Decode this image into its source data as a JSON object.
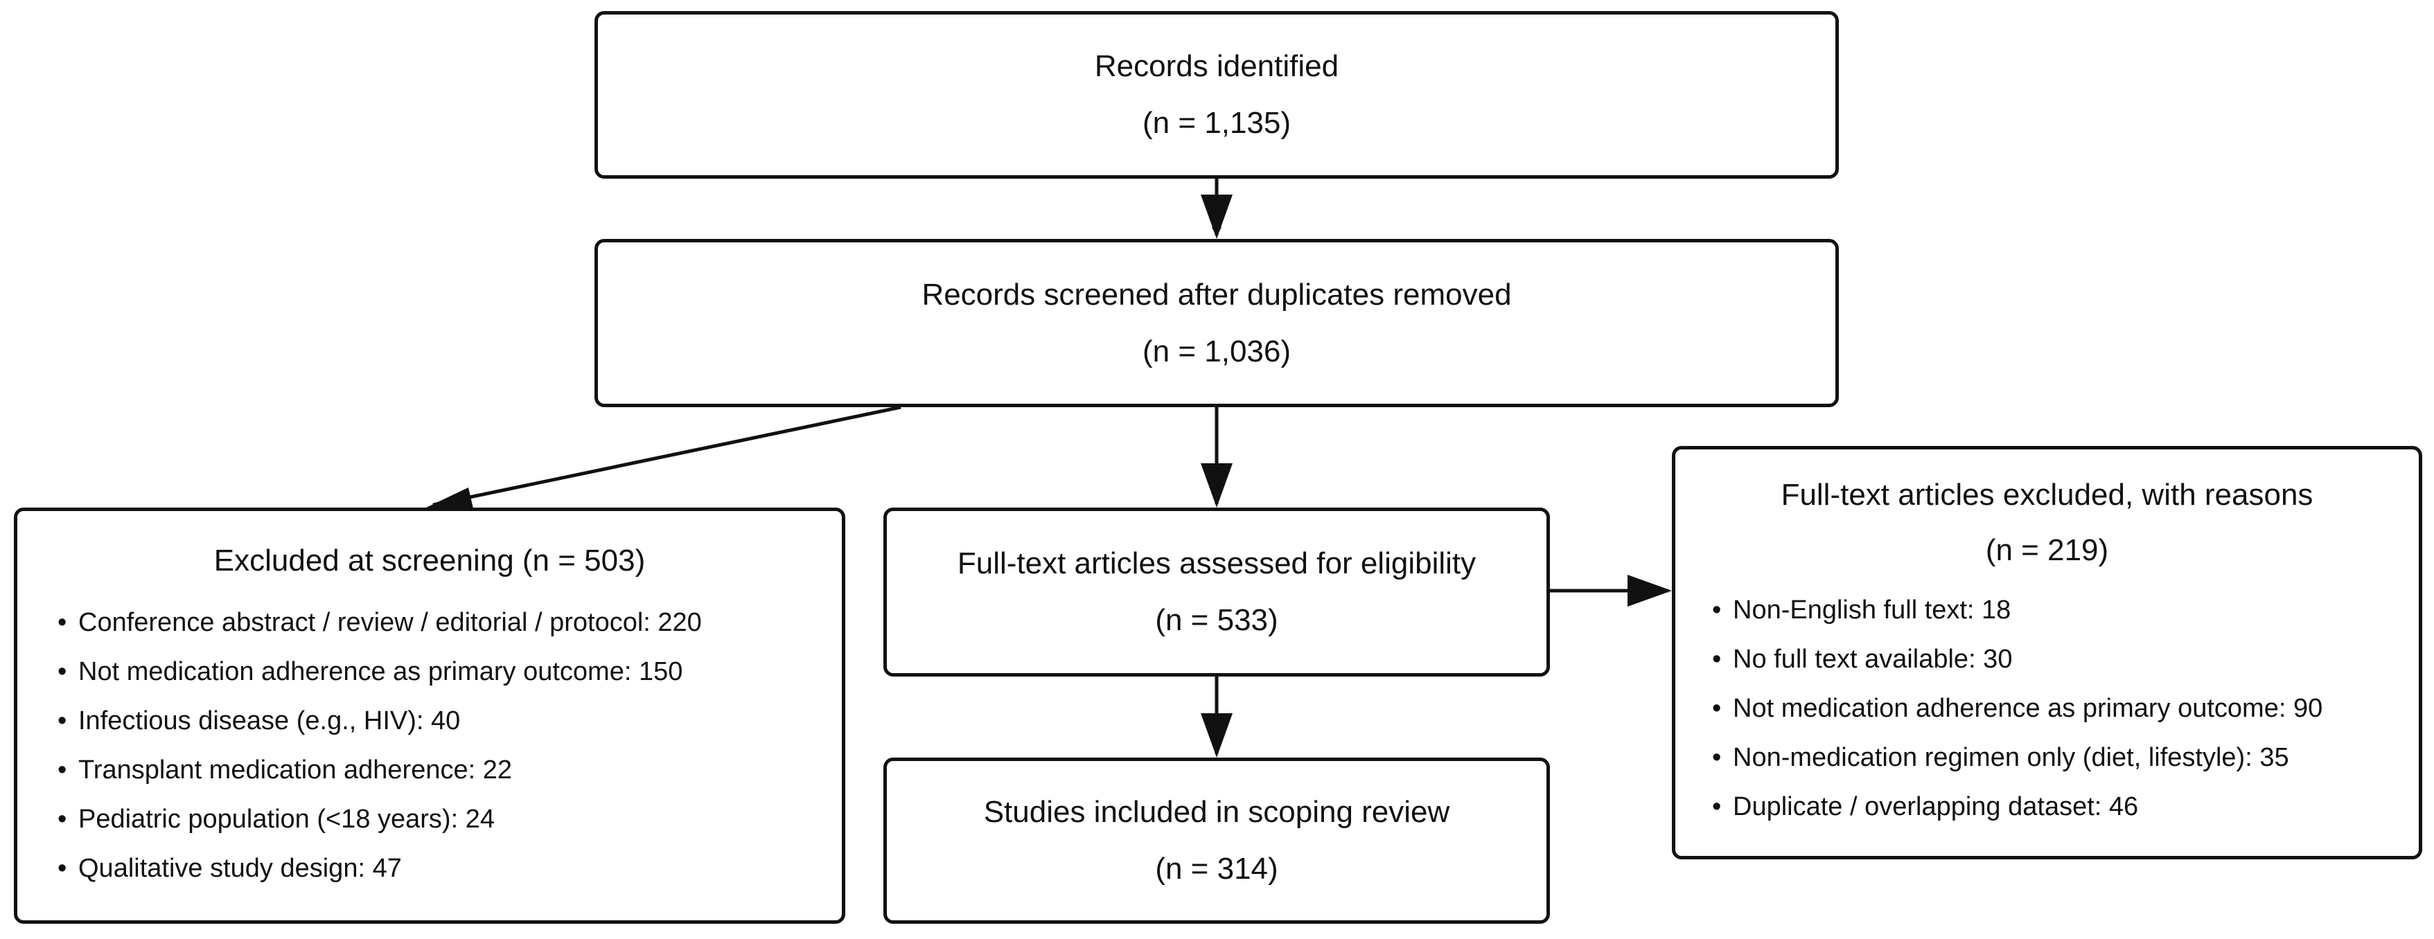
{
  "nodes": {
    "identified": {
      "title": "Records identified",
      "count": "(n = 1,135)"
    },
    "screened": {
      "title": "Records screened after duplicates removed",
      "count": "(n = 1,036)"
    },
    "excluded_screening": {
      "title": "Excluded at screening (n = 503)",
      "items": [
        "Conference abstract / review / editorial / protocol: 220",
        "Not medication adherence as primary outcome: 150",
        "Infectious disease (e.g., HIV): 40",
        "Transplant medication adherence: 22",
        "Pediatric population (<18 years): 24",
        "Qualitative study design: 47"
      ]
    },
    "fulltext": {
      "title": "Full-text articles assessed for eligibility",
      "count": "(n = 533)"
    },
    "excluded_fulltext": {
      "title": "Full-text articles excluded, with reasons",
      "count": "(n = 219)",
      "items": [
        "Non-English full text: 18",
        "No full text available: 30",
        "Not medication adherence as primary outcome: 90",
        "Non-medication regimen only (diet, lifestyle): 35",
        "Duplicate / overlapping dataset: 46"
      ]
    },
    "included": {
      "title": "Studies included in scoping review",
      "count": "(n = 314)"
    }
  },
  "bullet": "•",
  "colors": {
    "stroke": "#111111",
    "background": "#ffffff"
  }
}
